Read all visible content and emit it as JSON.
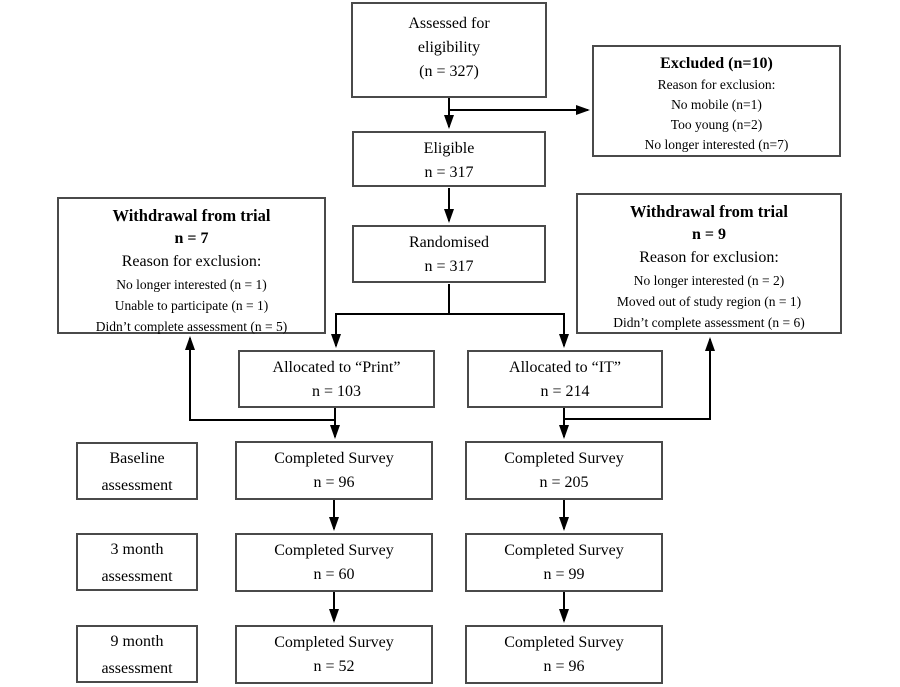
{
  "colors": {
    "background": "#ffffff",
    "box_border": "#4a4a4a",
    "arrow": "#000000"
  },
  "diagram": {
    "assessed": {
      "line1": "Assessed for",
      "line2": "eligibility",
      "line3": "(n = 327)"
    },
    "excluded": {
      "title": "Excluded (n=10)",
      "subtitle": "Reason for exclusion:",
      "reasons": [
        "No mobile (n=1)",
        "Too young (n=2)",
        "No longer interested (n=7)"
      ]
    },
    "eligible": {
      "line1": "Eligible",
      "line2": "n = 317"
    },
    "randomised": {
      "line1": "Randomised",
      "line2": "n = 317"
    },
    "withdrawal_left": {
      "title": "Withdrawal from trial",
      "n": "n = 7",
      "subtitle": "Reason for exclusion:",
      "reasons": [
        "No longer interested (n = 1)",
        "Unable to participate (n = 1)",
        "Didn’t complete assessment (n = 5)"
      ]
    },
    "withdrawal_right": {
      "title": "Withdrawal from trial",
      "n": "n = 9",
      "subtitle": "Reason for exclusion:",
      "reasons": [
        "No longer interested (n = 2)",
        "Moved out of study region (n = 1)",
        "Didn’t complete assessment (n = 6)"
      ]
    },
    "allocated_print": {
      "line1": "Allocated to “Print”",
      "line2": "n = 103"
    },
    "allocated_it": {
      "line1": "Allocated to “IT”",
      "line2": "n = 214"
    },
    "row_labels": [
      {
        "line1": "Baseline",
        "line2": "assessment"
      },
      {
        "line1": "3 month",
        "line2": "assessment"
      },
      {
        "line1": "9 month",
        "line2": "assessment"
      }
    ],
    "print_surveys": [
      {
        "line1": "Completed Survey",
        "line2": "n = 96"
      },
      {
        "line1": "Completed Survey",
        "line2": "n = 60"
      },
      {
        "line1": "Completed Survey",
        "line2": "n = 52"
      }
    ],
    "it_surveys": [
      {
        "line1": "Completed Survey",
        "line2": "n = 205"
      },
      {
        "line1": "Completed Survey",
        "line2": "n = 99"
      },
      {
        "line1": "Completed Survey",
        "line2": "n = 96"
      }
    ]
  }
}
